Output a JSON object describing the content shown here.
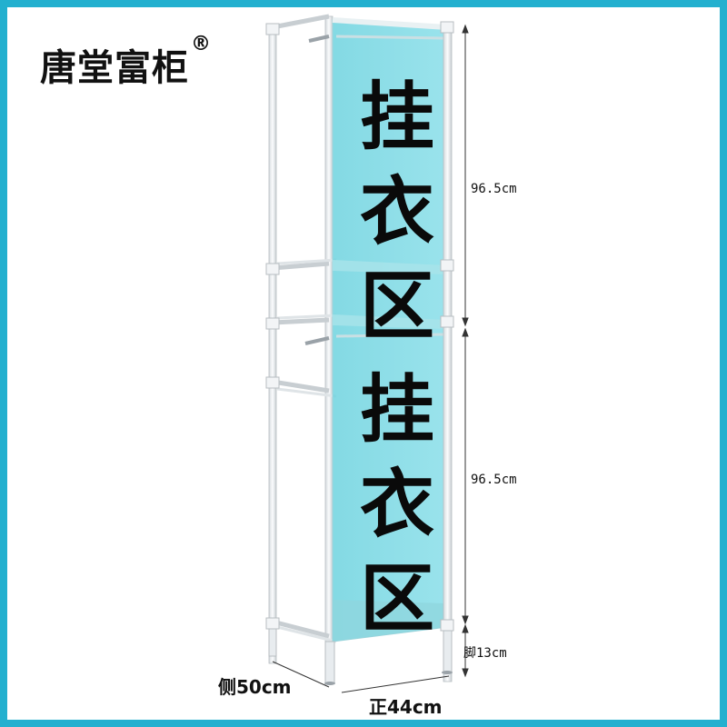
{
  "brand": {
    "name": "唐堂富柜",
    "registered_mark": "®"
  },
  "zones": [
    {
      "chars": [
        "挂",
        "衣",
        "区"
      ]
    },
    {
      "chars": [
        "挂",
        "衣",
        "区"
      ]
    }
  ],
  "dimensions": {
    "upper_height": "96.5cm",
    "lower_height": "96.5cm",
    "leg_height": "脚13cm",
    "side_depth": "侧50cm",
    "front_width": "正44cm"
  },
  "colors": {
    "border": "#23b0cf",
    "cover": "#6fd4e0",
    "frame_tube": "#e8ecef"
  }
}
